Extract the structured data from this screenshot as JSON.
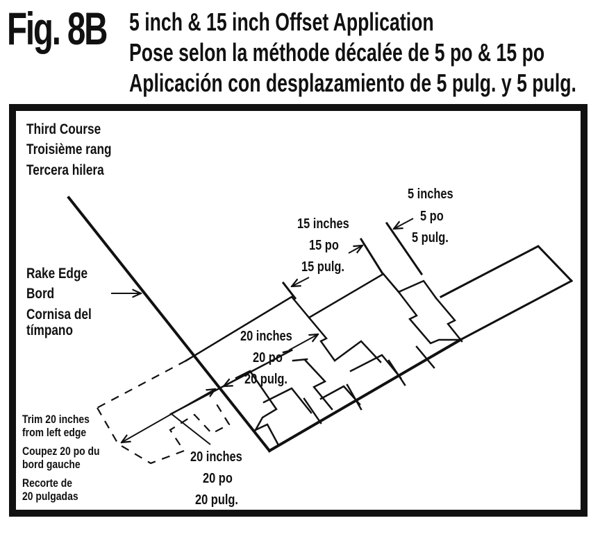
{
  "header": {
    "figure_label": "Fig. 8B",
    "title_lines": [
      "5 inch & 15 inch Offset Application",
      "Pose selon la méthode décalée de 5 po & 15 po",
      "Aplicación con desplazamiento de 5 pulg. y 5 pulg."
    ]
  },
  "diagram": {
    "third_course": [
      "Third Course",
      "Troisième rang",
      "Tercera hilera"
    ],
    "rake_edge": [
      "Rake Edge",
      "Bord",
      "Cornisa del",
      "tímpano"
    ],
    "offset_15": [
      "15 inches",
      "15 po",
      "15 pulg."
    ],
    "offset_5": [
      "5 inches",
      "5 po",
      "5 pulg."
    ],
    "offset_20_upper": [
      "20 inches",
      "20 po",
      "20 pulg."
    ],
    "trim_note": [
      "Trim 20 inches",
      "from left edge",
      "Coupez 20 po du",
      "bord gauche",
      "Recorte de",
      "20 pulgadas"
    ],
    "offset_20_lower": [
      "20 inches",
      "20 po",
      "20 pulg."
    ]
  },
  "colors": {
    "ink": "#111111",
    "background": "#ffffff"
  }
}
